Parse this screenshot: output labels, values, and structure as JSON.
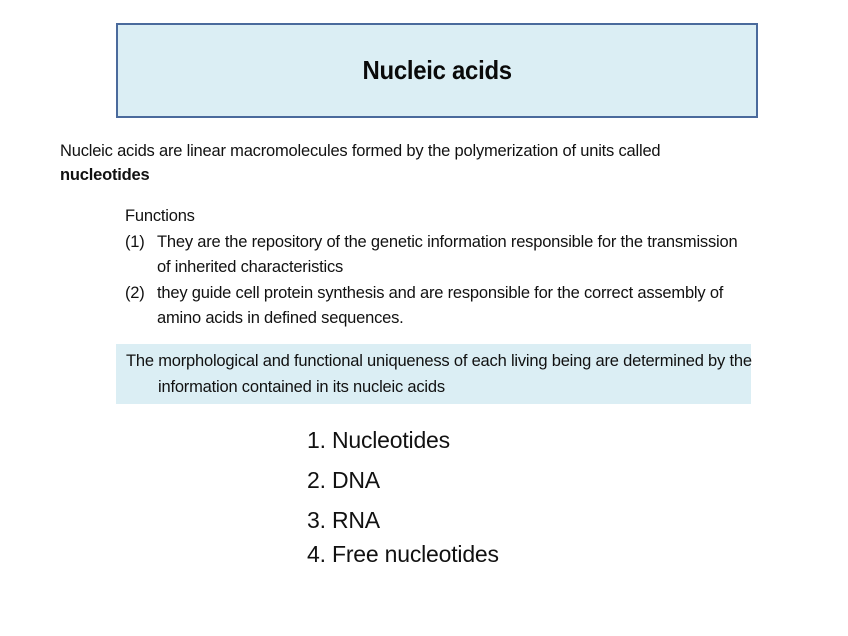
{
  "slide": {
    "title": "Nucleic acids",
    "intro": {
      "text": "Nucleic acids are linear macromolecules formed by the polymerization of units called",
      "bold_term": "nucleotides"
    },
    "functions": {
      "heading": "Functions",
      "items": [
        {
          "number": "(1)",
          "text": "They are the repository of the genetic information responsible for the transmission of inherited characteristics"
        },
        {
          "number": "(2)",
          "text": "they guide cell protein synthesis and are responsible for the correct assembly of amino acids in defined sequences."
        }
      ]
    },
    "highlight": {
      "text": "The morphological and functional uniqueness of each living being are determined by the information contained in its nucleic acids"
    },
    "outline": [
      {
        "label": "1. Nucleotides"
      },
      {
        "label": "2. DNA"
      },
      {
        "label": "3. RNA"
      },
      {
        "label": "4. Free nucleotides"
      }
    ]
  },
  "colors": {
    "title_fill": "#dbeef4",
    "title_border": "#4a6a9c",
    "highlight_fill": "#dbeef4",
    "text": "#111111"
  }
}
